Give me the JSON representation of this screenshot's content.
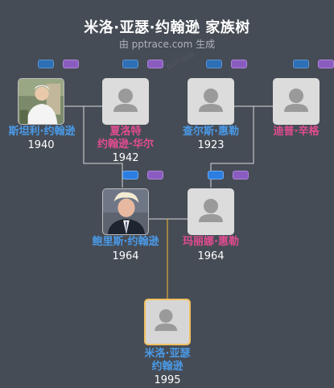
{
  "header": {
    "title": "米洛·亚瑟·约翰逊 家族树",
    "subtitle": "由 pptrace.com 生成"
  },
  "watermark": "pptrace",
  "colors": {
    "background": "#464c55",
    "male": "#4a9ae8",
    "female": "#e24c91",
    "self_border": "#f0c060",
    "line": "#d8d8d8",
    "self_line": "#e0a838"
  },
  "people": {
    "stanley": {
      "name_lines": [
        "斯坦利·约翰逊"
      ],
      "year": "1940",
      "gender": "male",
      "photo": true
    },
    "charlotte": {
      "name_lines": [
        "夏洛特",
        "约翰逊·华尔"
      ],
      "year": "1942",
      "gender": "female",
      "photo": false
    },
    "charles": {
      "name_lines": [
        "查尔斯·惠勒"
      ],
      "year": "1923",
      "gender": "male",
      "photo": false
    },
    "dip": {
      "name_lines": [
        "迪普·辛格"
      ],
      "year": "",
      "gender": "female",
      "photo": false
    },
    "boris": {
      "name_lines": [
        "鲍里斯·约翰逊"
      ],
      "year": "1964",
      "gender": "male",
      "photo": true
    },
    "marina": {
      "name_lines": [
        "玛丽娜·惠勒"
      ],
      "year": "1964",
      "gender": "female",
      "photo": false
    },
    "milo": {
      "name_lines": [
        "米洛·亚瑟",
        "约翰逊"
      ],
      "year": "1995",
      "gender": "male",
      "photo": false,
      "self": true
    }
  }
}
